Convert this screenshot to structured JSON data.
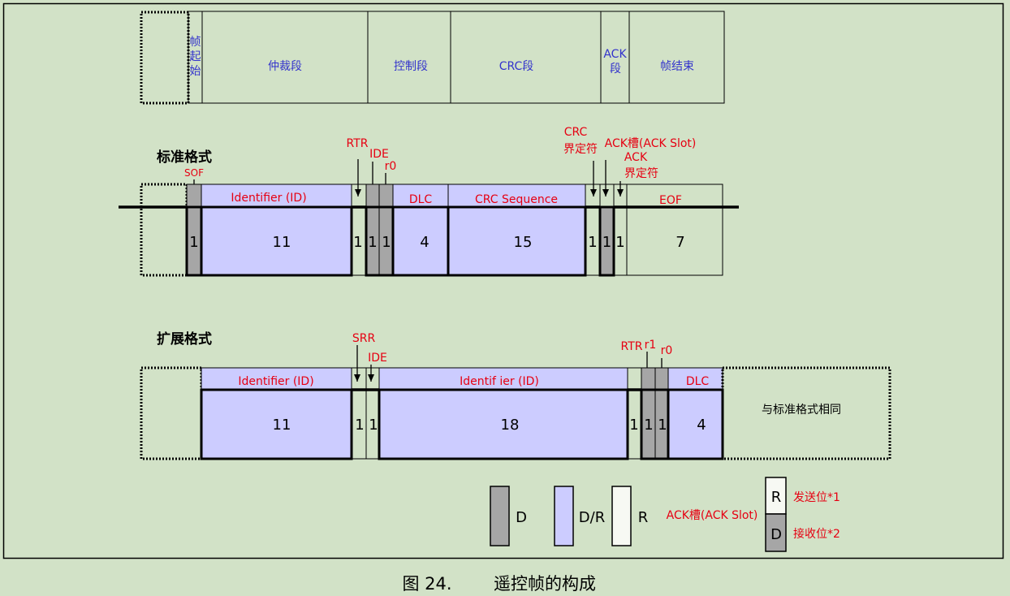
{
  "colors": {
    "background": "#d2e2c7",
    "dominant_fill": "#a6a6a6",
    "data_fill": "#ccccff",
    "recessive_fill": "#f7f9f3",
    "annotation_text": "#e60012",
    "segment_text": "#3333cc"
  },
  "segments_row": {
    "sof": [
      "帧",
      "起",
      "始"
    ],
    "arbitration": "仲裁段",
    "control": "控制段",
    "crc": "CRC段",
    "ack": [
      "ACK",
      "段"
    ],
    "eof": "帧结束"
  },
  "standard_format": {
    "title": "标准格式",
    "labels": {
      "sof": "SOF",
      "rtr": "RTR",
      "ide": "IDE",
      "r0": "r0",
      "crc_delimiter": [
        "CRC",
        "界定符"
      ],
      "ack_slot": "ACK槽(ACK Slot)",
      "ack_delimiter": [
        "ACK",
        "界定符"
      ]
    },
    "fields": {
      "identifier": "Identifier (ID)",
      "dlc": "DLC",
      "crc_sequence": "CRC Sequence",
      "eof": "EOF"
    },
    "bit_counts": {
      "sof": 1,
      "identifier": 11,
      "rtr": 1,
      "ide": 1,
      "r0": 1,
      "dlc": 4,
      "crc_sequence": 15,
      "crc_delimiter": 1,
      "ack_slot": 1,
      "ack_delimiter": 1,
      "eof": 7
    }
  },
  "extended_format": {
    "title": "扩展格式",
    "labels": {
      "srr": "SRR",
      "ide": "IDE",
      "rtr": "RTR",
      "r1": "r1",
      "r0": "r0"
    },
    "fields": {
      "base_identifier": "Identifier (ID)",
      "extended_identifier": "Identif ier (ID)",
      "dlc": "DLC"
    },
    "bit_counts": {
      "base_identifier": 11,
      "srr": 1,
      "ide": 1,
      "extended_identifier": 18,
      "rtr": 1,
      "r1": 1,
      "r0": 1,
      "dlc": 4
    },
    "remainder_note": "与标准格式相同"
  },
  "legend": {
    "dominant": "D",
    "dominant_or_recessive": "D/R",
    "recessive": "R",
    "ack_slot_label": "ACK槽(ACK Slot)",
    "ack_slot_transmit_bit": "R",
    "ack_slot_receive_bit": "D",
    "transmit_note": "发送位*1",
    "receive_note": "接收位*2"
  },
  "caption": {
    "number": "图 24.",
    "title": "遥控帧的构成"
  }
}
